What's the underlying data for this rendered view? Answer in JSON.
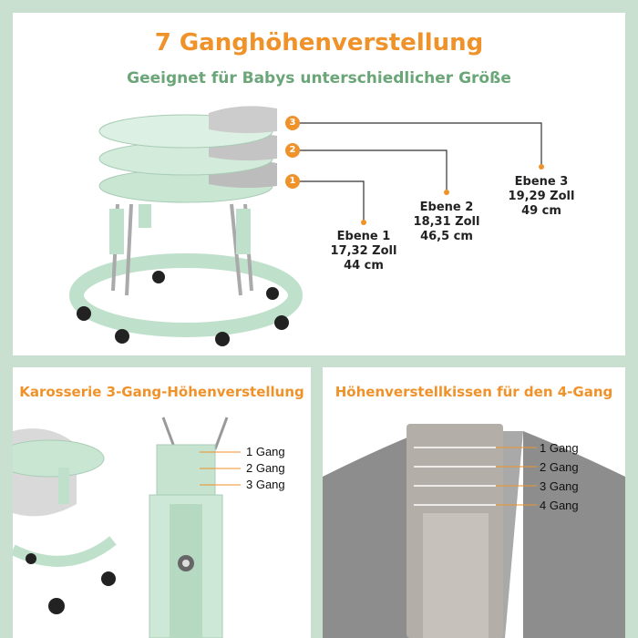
{
  "top": {
    "title": "7 Ganghöhenverstellung",
    "subtitle": "Geeignet für Babys unterschiedlicher Größe",
    "levels": [
      {
        "badge": "1",
        "name": "Ebene 1",
        "inch": "17,32 Zoll",
        "cm": "44 cm"
      },
      {
        "badge": "2",
        "name": "Ebene 2",
        "inch": "18,31 Zoll",
        "cm": "46,5 cm"
      },
      {
        "badge": "3",
        "name": "Ebene 3",
        "inch": "19,29 Zoll",
        "cm": "49 cm"
      }
    ]
  },
  "left": {
    "title": "Karosserie 3-Gang-Höhenverstellung",
    "gears": [
      "1 Gang",
      "2 Gang",
      "3 Gang"
    ]
  },
  "right": {
    "title": "Höhenverstellkissen für den 4-Gang",
    "gears": [
      "1 Gang",
      "2 Gang",
      "3 Gang",
      "4 Gang"
    ]
  },
  "colors": {
    "accent": "#f0922a",
    "green": "#6aa677",
    "mint": "#bfe0cb",
    "frame_bg": "#c9dfcf"
  }
}
